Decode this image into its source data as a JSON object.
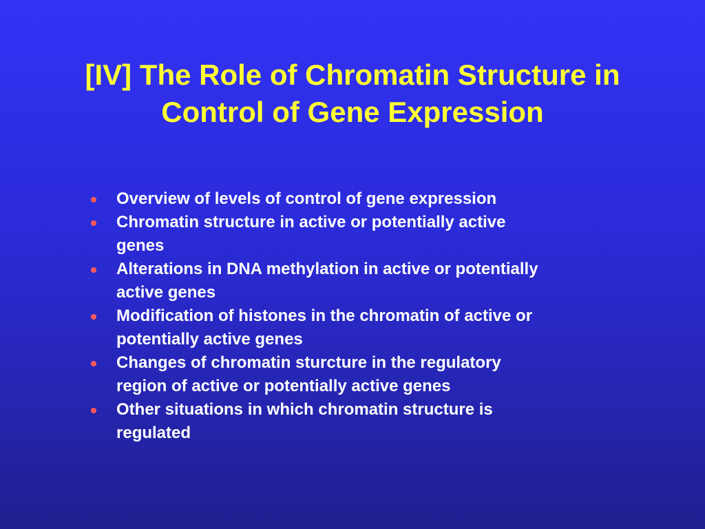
{
  "slide": {
    "title_lines": [
      "[IV] The Role of Chromatin Structure in",
      "Control of Gene Expression"
    ],
    "bullets": [
      {
        "lines": [
          "Overview of levels of control of gene expression"
        ]
      },
      {
        "lines": [
          "Chromatin structure in active or potentially active",
          "genes"
        ]
      },
      {
        "lines": [
          "Alterations in DNA methylation in active or potentially",
          "active genes"
        ]
      },
      {
        "lines": [
          "Modification of histones in the chromatin of active or",
          "potentially active genes"
        ]
      },
      {
        "lines": [
          "Changes of chromatin sturcture in the regulatory",
          "region of active or potentially active genes"
        ]
      },
      {
        "lines": [
          "Other situations in which chromatin structure is",
          "regulated"
        ]
      }
    ]
  },
  "colors": {
    "background_top": "#3232f6",
    "background_bottom": "#202090",
    "title": "#ffff33",
    "bullet_text": "#ffffff",
    "bullet_dot": "#ff5a5a"
  }
}
